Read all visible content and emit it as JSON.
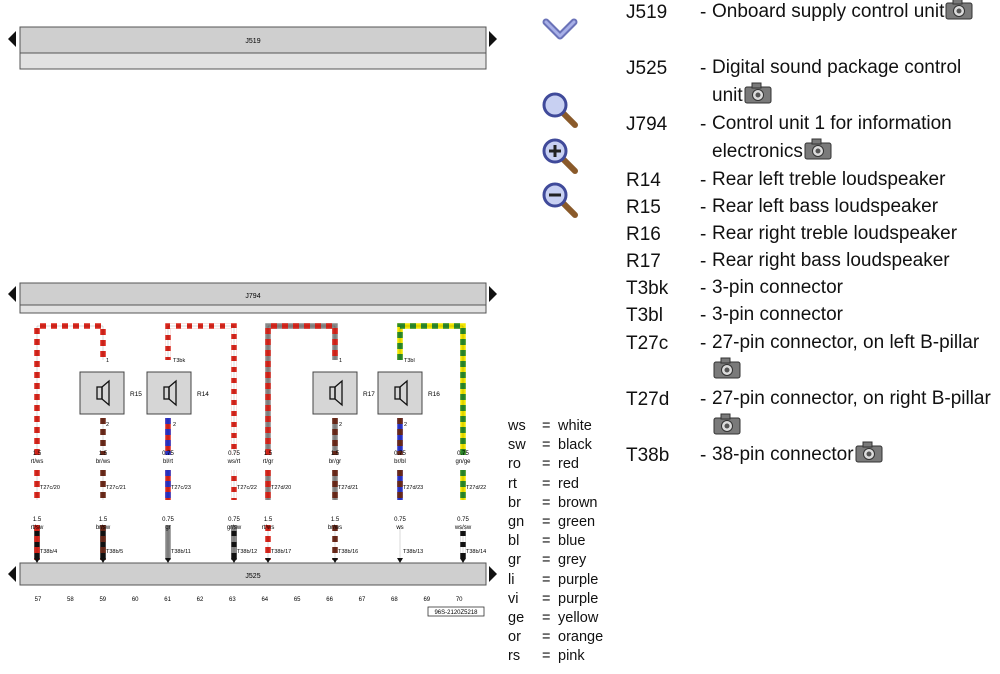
{
  "diagram": {
    "top_bar_label": "J519",
    "mid_bar_label": "J794",
    "bottom_bar_label": "J525",
    "speakers": [
      {
        "label": "R15",
        "pin_top": "1",
        "pin_bottom": "2"
      },
      {
        "label": "R14",
        "pin_top": "T3bk",
        "pin_bottom": "2"
      },
      {
        "label": "R17",
        "pin_top": "1",
        "pin_bottom": "2"
      },
      {
        "label": "R16",
        "pin_top": "T3bl",
        "pin_bottom": "2"
      }
    ],
    "wires": [
      {
        "gauge_top": "1.5",
        "color_top": "rt/ws",
        "conn_top": "T27c/20",
        "gauge_bot": "1.5",
        "color_bot": "rt/sw",
        "conn_bot": "T38b/4"
      },
      {
        "gauge_top": "1.5",
        "color_top": "br/ws",
        "conn_top": "T27c/21",
        "gauge_bot": "1.5",
        "color_bot": "br/sw",
        "conn_bot": "T38b/5"
      },
      {
        "gauge_top": "0.75",
        "color_top": "bl/rt",
        "conn_top": "T27c/23",
        "gauge_bot": "0.75",
        "color_bot": "gr",
        "conn_bot": "T38b/11"
      },
      {
        "gauge_top": "0.75",
        "color_top": "ws/rt",
        "conn_top": "T27c/22",
        "gauge_bot": "0.75",
        "color_bot": "gr/sw",
        "conn_bot": "T38b/12"
      },
      {
        "gauge_top": "1.5",
        "color_top": "rt/gr",
        "conn_top": "T27d/20",
        "gauge_bot": "1.5",
        "color_bot": "rt/ws",
        "conn_bot": "T38b/17"
      },
      {
        "gauge_top": "1.5",
        "color_top": "br/gr",
        "conn_top": "T27d/21",
        "gauge_bot": "1.5",
        "color_bot": "br/ws",
        "conn_bot": "T38b/16"
      },
      {
        "gauge_top": "0.75",
        "color_top": "br/bl",
        "conn_top": "T27d/23",
        "gauge_bot": "0.75",
        "color_bot": "ws",
        "conn_bot": "T38b/13"
      },
      {
        "gauge_top": "0.75",
        "color_top": "gn/ge",
        "conn_top": "T27d/22",
        "gauge_bot": "0.75",
        "color_bot": "ws/sw",
        "conn_bot": "T38b/14"
      }
    ],
    "scale_numbers": [
      "57",
      "58",
      "59",
      "60",
      "61",
      "62",
      "63",
      "64",
      "65",
      "66",
      "67",
      "68",
      "69",
      "70"
    ],
    "reference_code": "96S-2120Z5218"
  },
  "tools": [
    {
      "name": "collapse",
      "icon": "chevron-down-icon"
    },
    {
      "name": "search",
      "icon": "magnifier-icon"
    },
    {
      "name": "zoom-in",
      "icon": "zoom-in-icon"
    },
    {
      "name": "zoom-out",
      "icon": "zoom-out-icon"
    }
  ],
  "legend": [
    {
      "code": "J519",
      "dash": "-",
      "desc": "Onboard supply control unit",
      "camera": true
    },
    {
      "code": "J525",
      "dash": "-",
      "desc": "Digital sound package control unit",
      "camera": true
    },
    {
      "code": "J794",
      "dash": "-",
      "desc": "Control unit 1 for information electronics",
      "camera": true
    },
    {
      "code": "R14",
      "dash": "-",
      "desc": "Rear left treble loudspeaker",
      "camera": false
    },
    {
      "code": "R15",
      "dash": "-",
      "desc": "Rear left bass loudspeaker",
      "camera": false
    },
    {
      "code": "R16",
      "dash": "-",
      "desc": "Rear right treble loudspeaker",
      "camera": false
    },
    {
      "code": "R17",
      "dash": "-",
      "desc": "Rear right bass loudspeaker",
      "camera": false
    },
    {
      "code": "T3bk",
      "dash": "-",
      "desc": "3-pin connector",
      "camera": false
    },
    {
      "code": "T3bl",
      "dash": "-",
      "desc": "3-pin connector",
      "camera": false
    },
    {
      "code": "T27c",
      "dash": "-",
      "desc": "27-pin connector, on left B-pillar",
      "camera": true
    },
    {
      "code": "T27d",
      "dash": "-",
      "desc": "27-pin connector, on right B-pillar",
      "camera": true
    },
    {
      "code": "T38b",
      "dash": "-",
      "desc": "38-pin connector",
      "camera": true
    }
  ],
  "color_key": [
    {
      "abbr": "ws",
      "eq": "=",
      "name": "white"
    },
    {
      "abbr": "sw",
      "eq": "=",
      "name": "black"
    },
    {
      "abbr": "ro",
      "eq": "=",
      "name": "red"
    },
    {
      "abbr": "rt",
      "eq": "=",
      "name": "red"
    },
    {
      "abbr": "br",
      "eq": "=",
      "name": "brown"
    },
    {
      "abbr": "gn",
      "eq": "=",
      "name": "green"
    },
    {
      "abbr": "bl",
      "eq": "=",
      "name": "blue"
    },
    {
      "abbr": "gr",
      "eq": "=",
      "name": "grey"
    },
    {
      "abbr": "li",
      "eq": "=",
      "name": "purple"
    },
    {
      "abbr": "vi",
      "eq": "=",
      "name": "purple"
    },
    {
      "abbr": "ge",
      "eq": "=",
      "name": "yellow"
    },
    {
      "abbr": "or",
      "eq": "=",
      "name": "orange"
    },
    {
      "abbr": "rs",
      "eq": "=",
      "name": "pink"
    }
  ],
  "colors": {
    "bar_fill": "#cfcfcf",
    "red": "#d9261c",
    "brown": "#6b2a1a",
    "blue": "#2a34c8",
    "yellow": "#f2e600",
    "green": "#2b8a2b",
    "grey": "#888888",
    "black": "#111111"
  }
}
